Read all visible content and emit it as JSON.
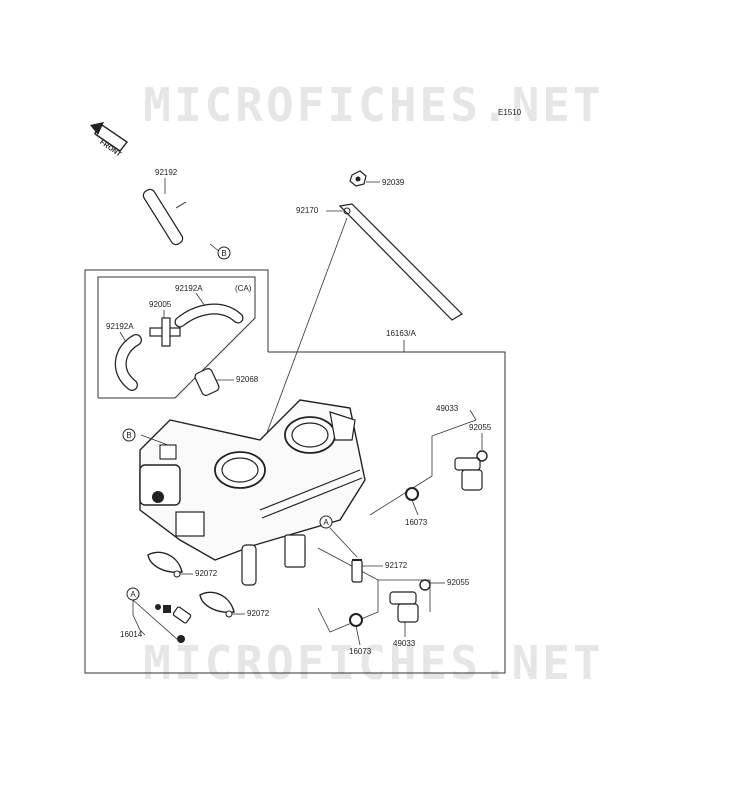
{
  "watermark": "MICROFICHES.NET",
  "diagram_code": "E1510",
  "front_label": "FRONT",
  "variant_note": "(CA)",
  "parts": {
    "p92192": "92192",
    "p92039": "92039",
    "p92170": "92170",
    "p92192A_top": "92192A",
    "p92005": "92005",
    "p92192A_left": "92192A",
    "p16163A": "16163/A",
    "p92068": "92068",
    "p49033_top": "49033",
    "p92055_top": "92055",
    "p16073_top": "16073",
    "p92072_a": "92072",
    "p92172": "92172",
    "p92055_bottom": "92055",
    "p92072_b": "92072",
    "p16014": "16014",
    "p16073_bottom": "16073",
    "p49033_bottom": "49033"
  },
  "callouts": {
    "A": "A",
    "B": "B"
  }
}
